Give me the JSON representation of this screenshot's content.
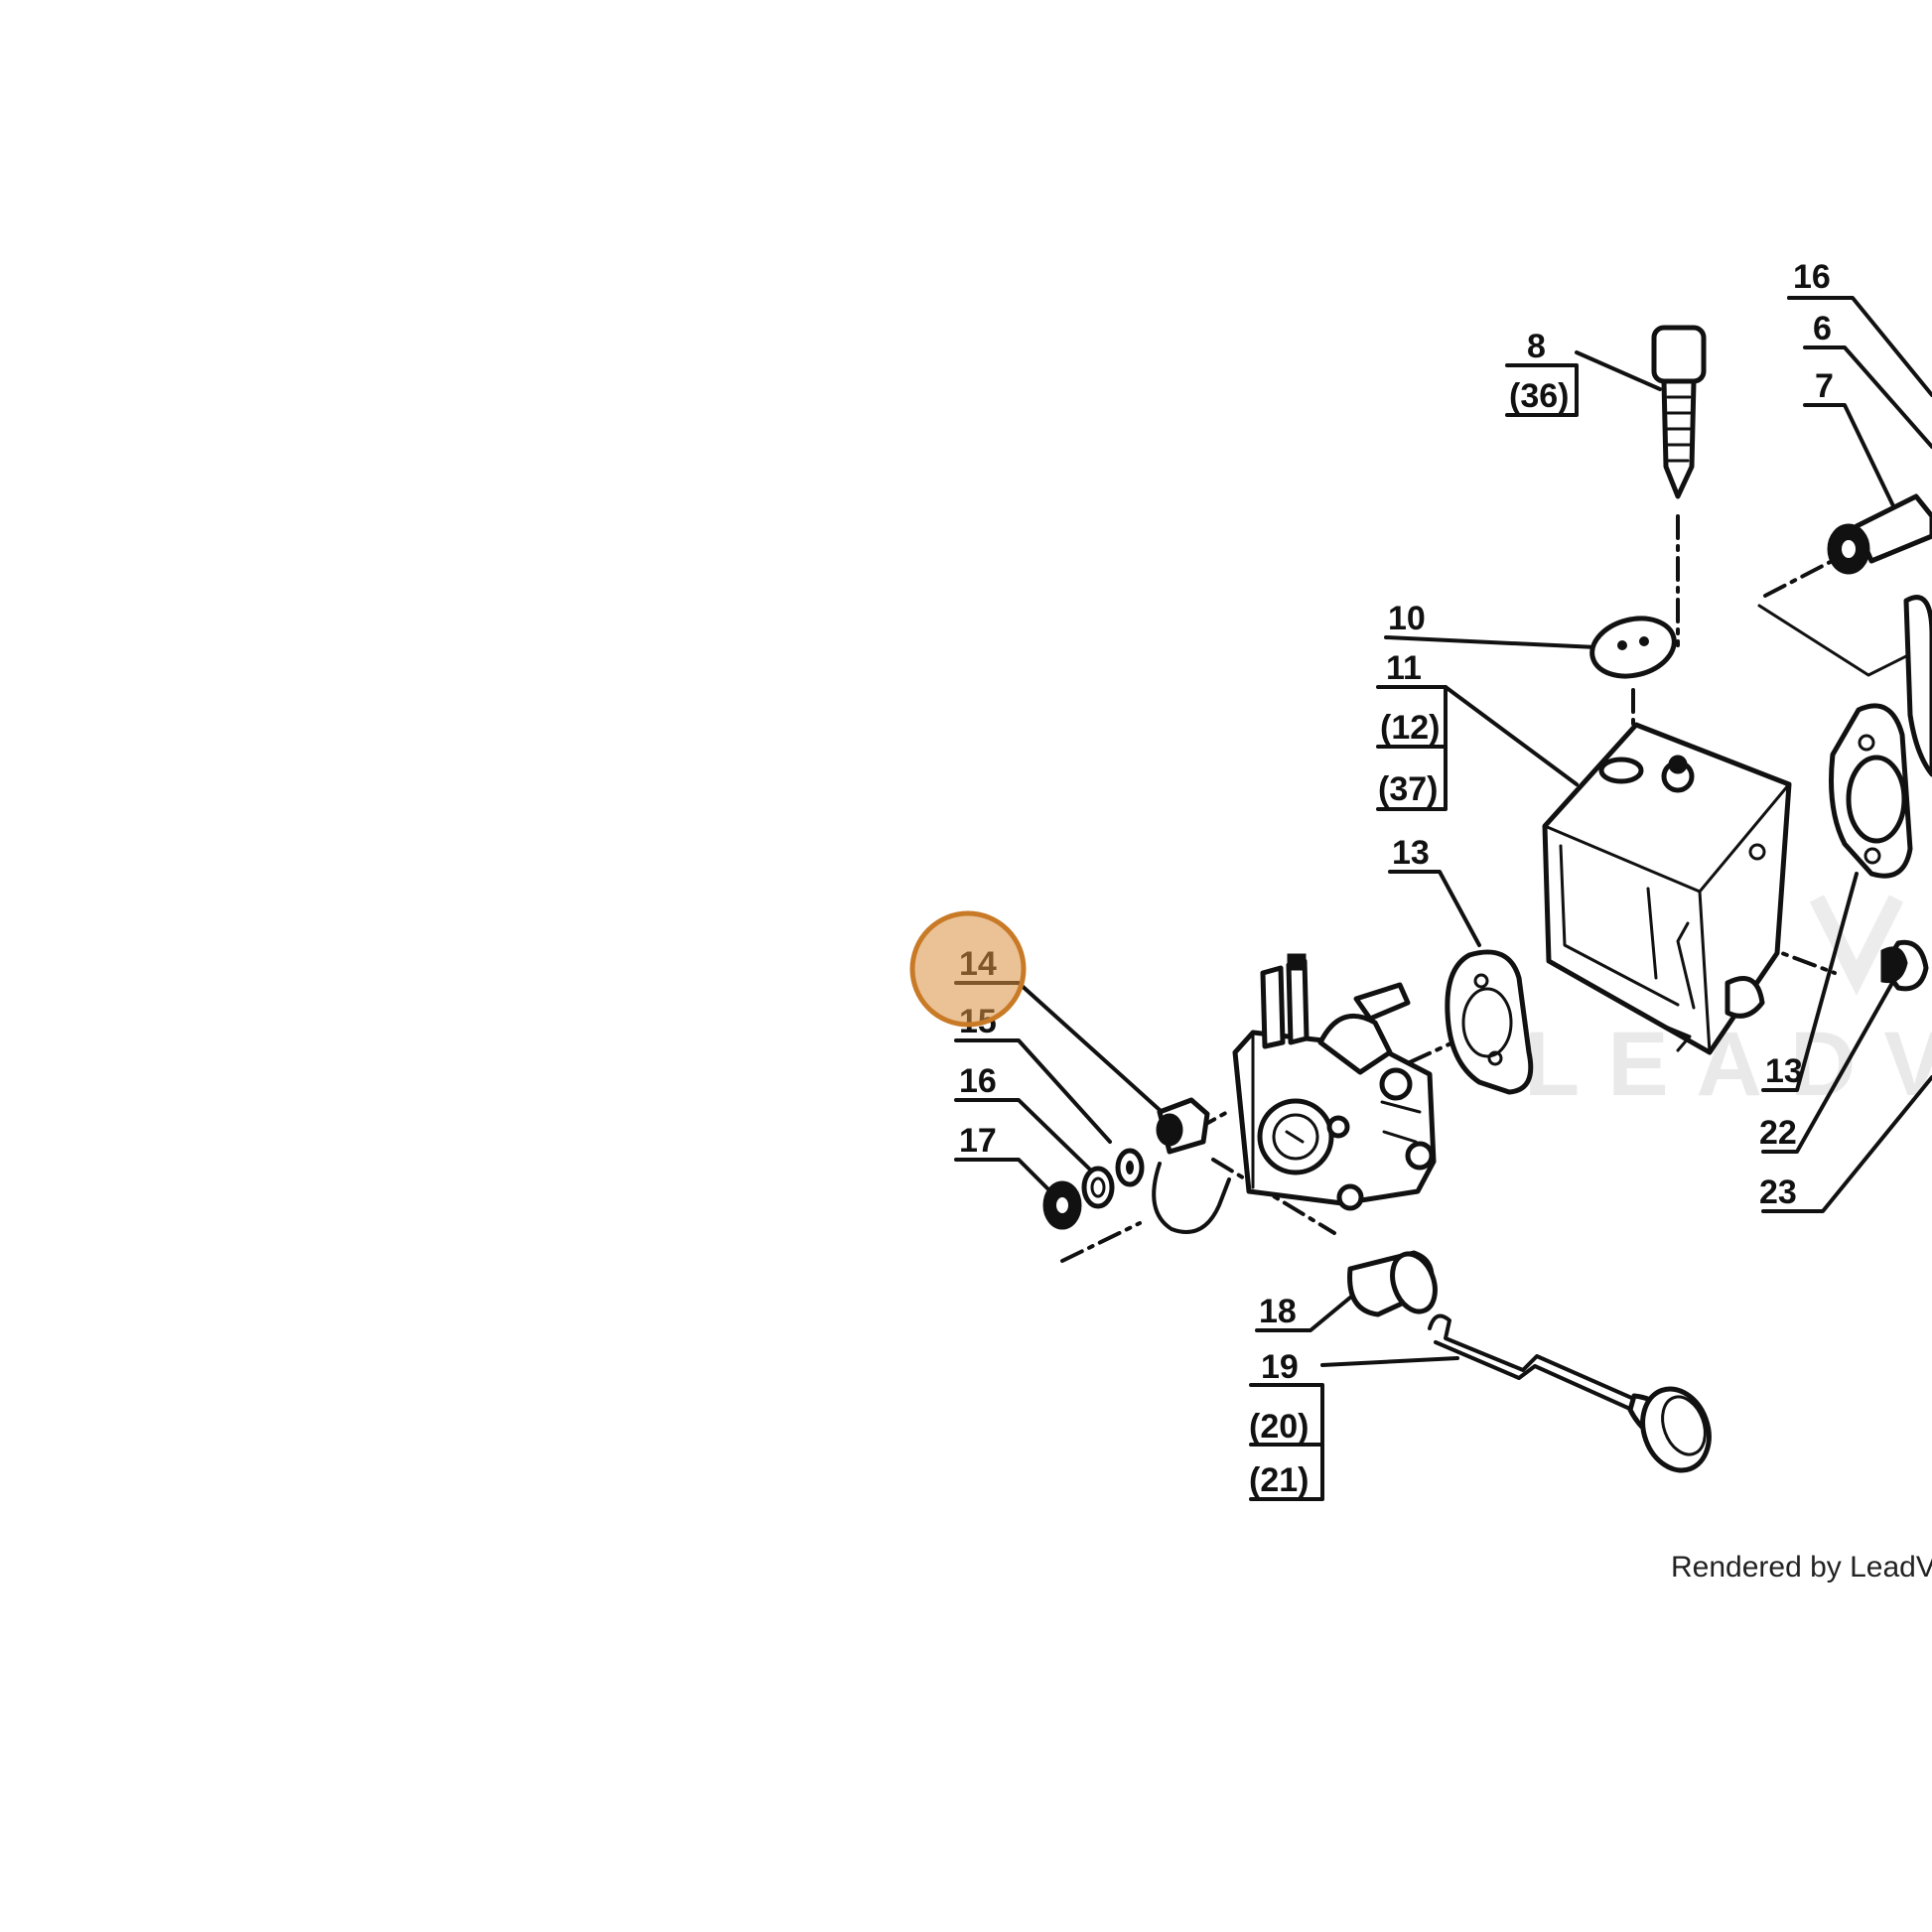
{
  "diagram": {
    "labels": {
      "c16_top": "16",
      "c6": "6",
      "c7": "7",
      "c8": "8",
      "c36": "(36)",
      "c10": "10",
      "c11": "11",
      "c12": "(12)",
      "c37": "(37)",
      "c13_left": "13",
      "c14": "14",
      "c15": "15",
      "c16_left": "16",
      "c17": "17",
      "c18": "18",
      "c19": "19",
      "c20": "(20)",
      "c21": "(21)",
      "c13_right": "13",
      "c22": "22",
      "c23": "23"
    },
    "highlight": {
      "selected_label": "14",
      "color": "#d9903f"
    },
    "watermark": "LEADVEN",
    "credit": "Rendered by LeadVe"
  }
}
